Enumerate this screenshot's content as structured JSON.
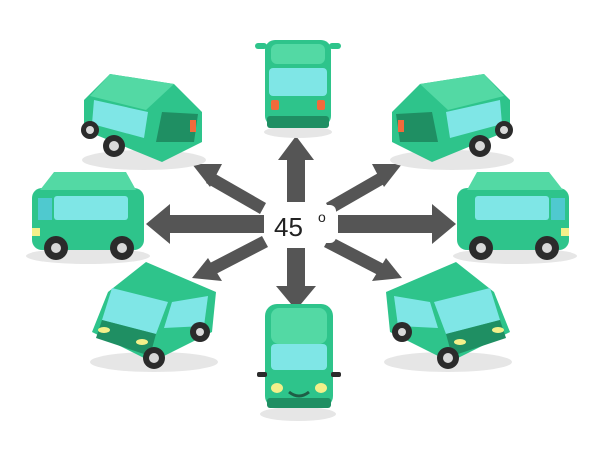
{
  "center": {
    "angle_value": "45",
    "degree_symbol": "o"
  },
  "colors": {
    "background": "#ffffff",
    "car_body": "#2ec48b",
    "car_dark": "#1f8f63",
    "car_light": "#53d9a4",
    "window": "#7fe6e6",
    "window_dark": "#4fc9cf",
    "tire": "#2b2b2b",
    "hub": "#d9d9d9",
    "arrow": "#555555",
    "headlight": "#f3f08a",
    "taillight": "#f26a3b"
  },
  "cars": [
    {
      "id": "rear",
      "view": "rear"
    },
    {
      "id": "rear-right",
      "view": "rear-right"
    },
    {
      "id": "right-side",
      "view": "right-side"
    },
    {
      "id": "front-right",
      "view": "front-right"
    },
    {
      "id": "front",
      "view": "front"
    },
    {
      "id": "front-left",
      "view": "front-left"
    },
    {
      "id": "left-side",
      "view": "left-side"
    },
    {
      "id": "rear-left",
      "view": "rear-left"
    }
  ],
  "arrows": [
    {
      "id": "up",
      "direction_deg": 0
    },
    {
      "id": "up-right",
      "direction_deg": 45
    },
    {
      "id": "right",
      "direction_deg": 90
    },
    {
      "id": "down-right",
      "direction_deg": 135
    },
    {
      "id": "down",
      "direction_deg": 180
    },
    {
      "id": "down-left",
      "direction_deg": 225
    },
    {
      "id": "left",
      "direction_deg": 270
    },
    {
      "id": "up-left",
      "direction_deg": 315
    }
  ]
}
